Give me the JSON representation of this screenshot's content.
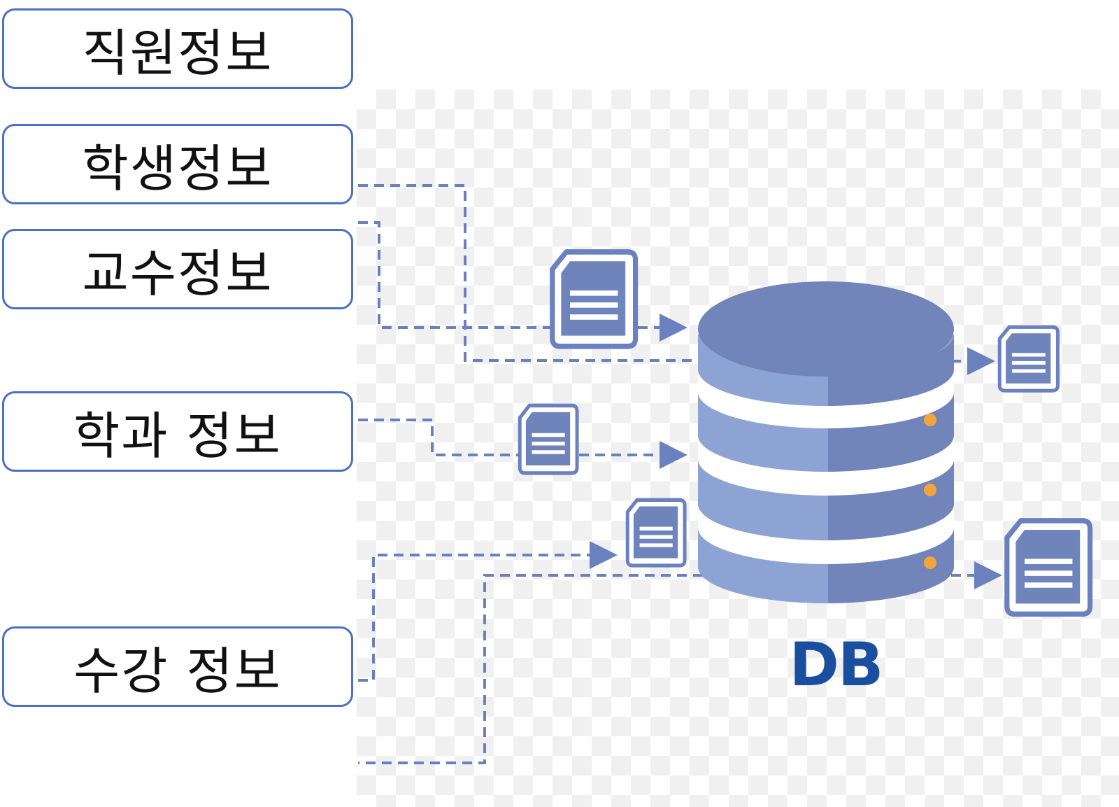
{
  "labels": {
    "staff": "직원정보",
    "student": "학생정보",
    "professor": "교수정보",
    "department": "학과 정보",
    "enrollment": "수강 정보"
  },
  "database": {
    "label": "DB"
  },
  "colors": {
    "box_border": "#4a6fc4",
    "db_dark": "#7185ba",
    "db_light": "#8ca3d4",
    "db_stripe": "#ffffff",
    "indicator": "#f4a43a",
    "connector": "#6b80bf",
    "db_text": "#1a4fa0"
  },
  "icons": {
    "document": "document-icon",
    "database": "database-icon",
    "arrow": "arrow-icon"
  }
}
